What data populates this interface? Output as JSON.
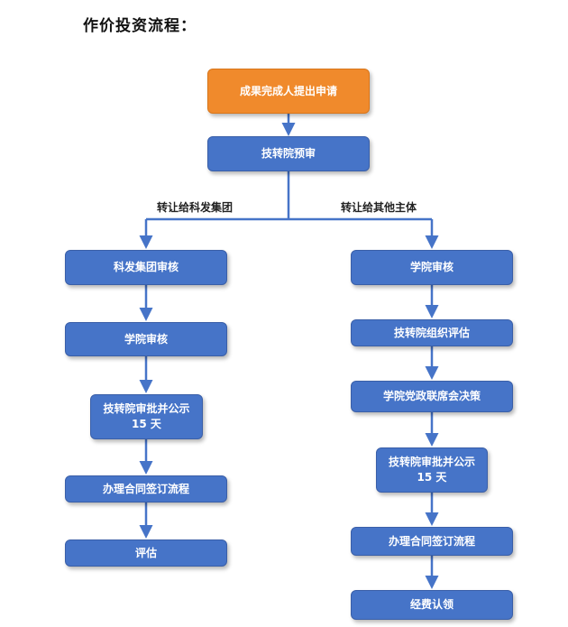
{
  "title": "作价投资流程：",
  "colors": {
    "start": "#f08a2c",
    "box": "#4674c8",
    "arrow": "#4674c8"
  },
  "nodes": {
    "start": "成果完成人提出申请",
    "prereview": "技转院预审",
    "left1": "科发集团审核",
    "left2": "学院审核",
    "left3_line1": "技转院审批并公示",
    "left3_line2": "15 天",
    "left4": "办理合同签订流程",
    "left5": "评估",
    "right1": "学院审核",
    "right2": "技转院组织评估",
    "right3": "学院党政联席会决策",
    "right4_line1": "技转院审批并公示",
    "right4_line2": "15 天",
    "right5": "办理合同签订流程",
    "right6": "经费认领"
  },
  "branches": {
    "left": "转让给科发集团",
    "right": "转让给其他主体"
  }
}
